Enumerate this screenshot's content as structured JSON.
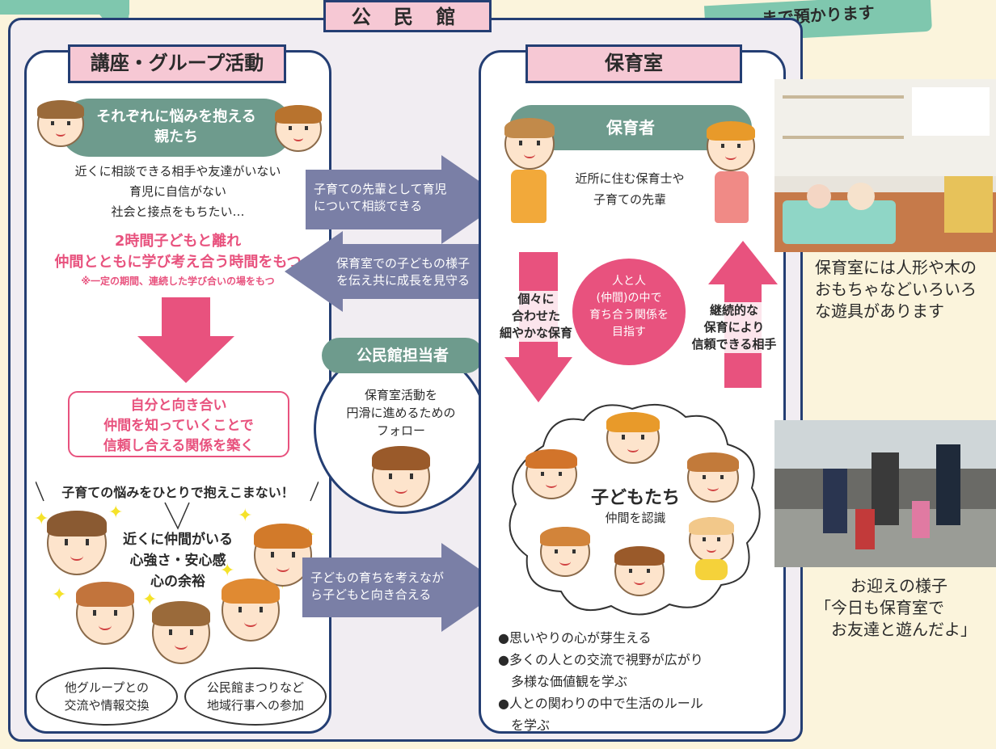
{
  "colors": {
    "navy": "#243e73",
    "pink": "#e8527e",
    "pink_light": "#f6c8d4",
    "arrow": "#7a7fa6",
    "teal": "#6e9b8d",
    "bg": "#fbf4dc",
    "speech": "#7fc7ae"
  },
  "header": {
    "title": "公 民 館",
    "bubble": "まで預かります"
  },
  "left": {
    "title": "講座・グループ活動",
    "worry_pill": "それぞれに悩みを抱える\n親たち",
    "worries": [
      "近くに相談できる相手や友達がいない",
      "育児に自信がない",
      "社会と接点をもちたい…"
    ],
    "goal_line1": "2時間子どもと離れ",
    "goal_line2": "仲間とともに学び考え合う時間をもつ",
    "goal_note": "※一定の期間、連続した学び合いの場をもつ",
    "result_lines": [
      "自分と向き合い",
      "仲間を知っていくことで",
      "信頼し合える関係を築く"
    ],
    "slogan": "子育ての悩みをひとりで抱えこまない！",
    "benefits": [
      "近くに仲間がいる",
      "心強さ・安心感",
      "心の余裕"
    ],
    "ellipse1": [
      "他グループとの",
      "交流や情報交換"
    ],
    "ellipse2": [
      "公民館まつりなど",
      "地域行事への参加"
    ]
  },
  "center": {
    "arrow1": [
      "子育ての先輩として育児",
      "について相談できる"
    ],
    "arrow2": [
      "保育室での子どもの様子",
      "を伝え共に成長を見守る"
    ],
    "arrow3": [
      "子どもの育ちを考えなが",
      "ら子どもと向き合える"
    ],
    "staff_pill": "公民館担当者",
    "staff_text": [
      "保育室活動を",
      "円滑に進めるための",
      "フォロー"
    ]
  },
  "right": {
    "title": "保育室",
    "caregiver_pill": "保育者",
    "caregiver_text": [
      "近所に住む保育士や",
      "子育ての先輩"
    ],
    "down_label": [
      "個々に",
      "合わせた",
      "細やかな保育"
    ],
    "up_label": [
      "継続的な",
      "保育により",
      "信頼できる相手"
    ],
    "circle_text": [
      "人と人",
      "(仲間)の中で",
      "育ち合う関係を",
      "目指す"
    ],
    "children_title": "子どもたち",
    "children_sub": "仲間を認識",
    "bullets": [
      "●思いやりの心が芽生える",
      "●多くの人との交流で視野が広がり",
      "　多様な価値観を学ぶ",
      "●人との関わりの中で生活のルール",
      "　を学ぶ"
    ]
  },
  "side": {
    "caption1": [
      "保育室には人形や木の",
      "おもちゃなどいろいろ",
      "な遊具があります"
    ],
    "caption2": [
      "お迎えの様子",
      "「今日も保育室で",
      "　お友達と遊んだよ」"
    ]
  }
}
